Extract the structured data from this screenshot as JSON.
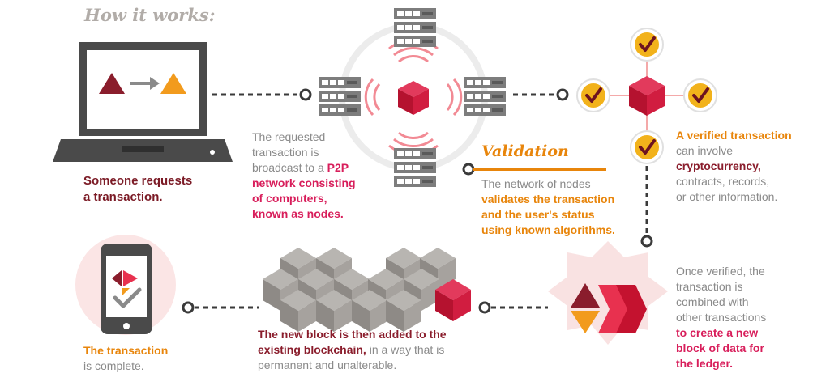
{
  "title": "How it works:",
  "validation_heading": "Validation",
  "step1": {
    "line1": "Someone requests",
    "line2": "a transaction."
  },
  "step2": {
    "g1": "The requested",
    "g2": "transaction is",
    "g3": "broadcast to a ",
    "p1": "P2P",
    "p2": "network consisting",
    "p3": "of computers,",
    "p4": "known as nodes."
  },
  "step3": {
    "g1": "The network of nodes",
    "o1": "validates the transaction",
    "o2": "and the user's status",
    "o3": "using known algorithms."
  },
  "step4": {
    "o1": "A verified transaction",
    "g1": "can involve",
    "m1": "cryptocurrency,",
    "g2": "contracts, records,",
    "g3": "or other information."
  },
  "step5": {
    "g1": "Once verified, the",
    "g2": "transaction is",
    "g3": "combined with",
    "g4": "other transactions",
    "p1": "to create a new",
    "p2": "block of data for",
    "p3": "the ledger."
  },
  "step6": {
    "m1": "The new block is then added to the",
    "m2": "existing blockchain,",
    "g1": " in a way that is",
    "g2": "permanent and unalterable."
  },
  "step7": {
    "o1": "The transaction",
    "g1": "is complete."
  },
  "colors": {
    "maroon": "#7b1a25",
    "pink": "#d81e5b",
    "orange": "#e8850b",
    "gray": "#8a8a8a",
    "dark": "#3a3a3a"
  }
}
